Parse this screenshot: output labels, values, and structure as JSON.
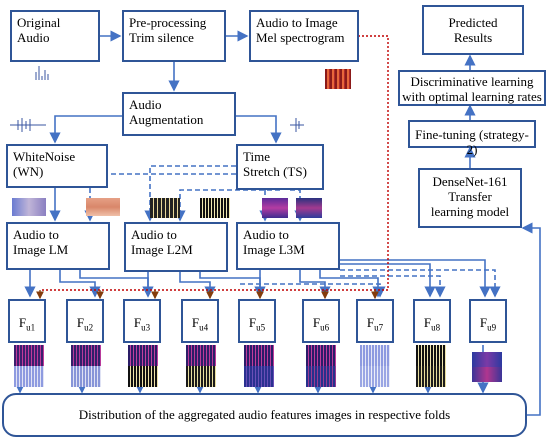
{
  "boxes": {
    "original_audio": "Original\nAudio",
    "preprocessing": "Pre-processing\nTrim silence",
    "audio_to_mel": "Audio to Image\nMel spectrogram",
    "augmentation": "Audio\nAugmentation",
    "white_noise": "WhiteNoise\n(WN)",
    "time_stretch": "Time\nStretch (TS)",
    "to_lm": "Audio to\nImage LM",
    "to_l2m": "Audio to\nImage L2M",
    "to_l3m": "Audio to\nImage L3M",
    "predicted": "Predicted\nResults",
    "discriminative": "Discriminative learning\nwith optimal learning rates",
    "finetuning": "Fine-tuning (strategy-2)",
    "densenet": "DenseNet-161\nTransfer\nlearning model",
    "distribution": "Distribution of the aggregated audio features images in respective folds"
  },
  "folds": [
    {
      "base": "F",
      "sub": "u1"
    },
    {
      "base": "F",
      "sub": "u2"
    },
    {
      "base": "F",
      "sub": "u3"
    },
    {
      "base": "F",
      "sub": "u4"
    },
    {
      "base": "F",
      "sub": "u5"
    },
    {
      "base": "F",
      "sub": "u6"
    },
    {
      "base": "F",
      "sub": "u7"
    },
    {
      "base": "F",
      "sub": "u8"
    },
    {
      "base": "F",
      "sub": "u9"
    }
  ],
  "colors": {
    "box_border": "#2f5597",
    "arrow": "#4472c4",
    "dotted_red": "#c00000",
    "brown_arrow": "#843c0c"
  }
}
